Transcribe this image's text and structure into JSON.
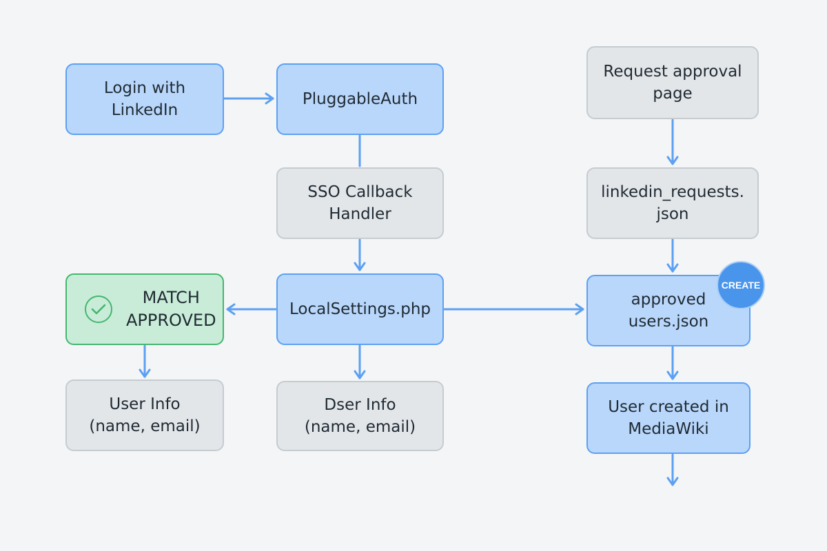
{
  "nodes": {
    "login": "Login with\nLinkedIn",
    "pluggable_auth": "PluggableAuth",
    "request_approval": "Request approval\npage",
    "sso_callback": "SSO Callback\nHandler",
    "linkedin_requests": "linkedin_requests.\njson",
    "match_approved": "MATCH\nAPPROVED",
    "local_settings": "LocalSettings.php",
    "approved_users": "approved\nusers.json",
    "user_info_left": "User Info\n(name, email)",
    "user_info_middle": "Dser Info\n(name, email)",
    "user_created": "User created in\nMediaWiki"
  },
  "badge": {
    "label": "CREATE"
  },
  "colors": {
    "arrow": "#5ca0f2",
    "blue_fill": "#b9d7fb",
    "gray_fill": "#e3e6e9",
    "green_fill": "#c9ecd8",
    "badge": "#4a95ec"
  },
  "icons": {
    "match": "check-circle-icon"
  }
}
